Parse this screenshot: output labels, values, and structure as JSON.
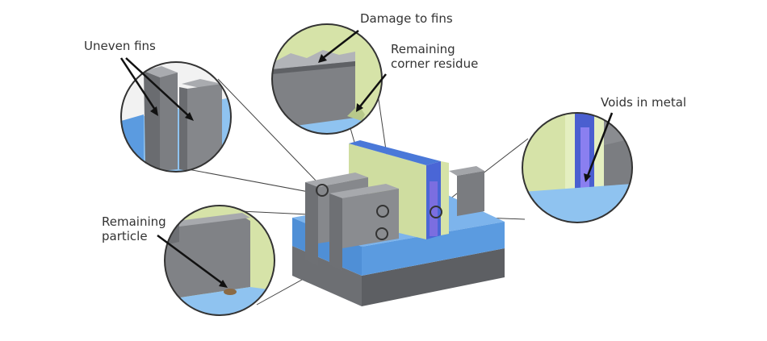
{
  "labels": {
    "uneven_fins": "Uneven fins",
    "damage_to_fins": "Damage to fins",
    "remaining_corner_residue_1": "Remaining",
    "remaining_corner_residue_2": "corner residue",
    "voids_in_metal": "Voids in metal",
    "remaining_particle_1": "Remaining",
    "remaining_particle_2": "particle"
  },
  "colors": {
    "fin_gray": "#7d7f83",
    "fin_gray_light": "#9a9ca0",
    "fin_gray_dark": "#5f6165",
    "oxide_blue": "#5b9be0",
    "oxide_blue_light": "#8fc3f0",
    "gate_green": "#d6e3a8",
    "gate_green_dark": "#b8c98a",
    "metal_blue": "#4a5fd0",
    "particle_brown": "#8a6a45"
  }
}
